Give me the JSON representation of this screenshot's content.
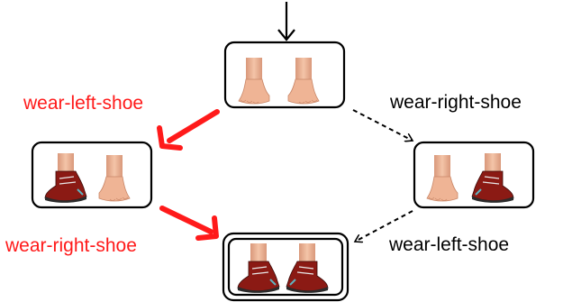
{
  "labels": {
    "red_top": "wear-left-shoe",
    "black_top": "wear-right-shoe",
    "red_bottom": "wear-right-shoe",
    "black_bottom": "wear-left-shoe"
  },
  "states": [
    {
      "id": "start",
      "left": "barefoot",
      "right": "barefoot"
    },
    {
      "id": "left-shoe-on",
      "left": "shoe",
      "right": "barefoot"
    },
    {
      "id": "right-shoe-on",
      "left": "barefoot",
      "right": "shoe"
    },
    {
      "id": "both-shoes-on",
      "left": "shoe",
      "right": "shoe",
      "goal": true
    }
  ],
  "colors": {
    "highlight": "#ff1a1a",
    "skin": "#f0b89a",
    "shoe": "#8b1a14",
    "stroke": "#000000"
  }
}
